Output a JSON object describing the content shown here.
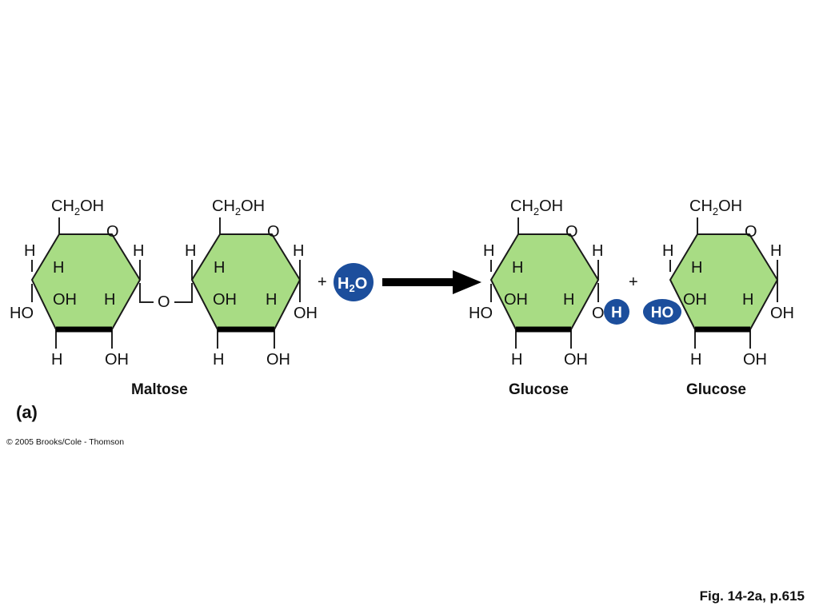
{
  "ring_fill_color": "#a8dc84",
  "badge_color": "#1c4e9c",
  "labels": {
    "ch2oh": "CH",
    "ch2oh_sub": "2",
    "ch2oh_tail": "OH",
    "ring_oxygen": "O",
    "h": "H",
    "oh": "OH",
    "ho": "HO",
    "glycosidic_oxygen": "O",
    "cleaved_oxygen": "O"
  },
  "water": {
    "base": "H",
    "sub": "2",
    "tail": "O"
  },
  "h_badge": "H",
  "ho_badge": "HO",
  "plus_sign": "+",
  "molecule_names": {
    "maltose": "Maltose",
    "glucose_1": "Glucose",
    "glucose_2": "Glucose"
  },
  "panel_label": "(a)",
  "copyright": "© 2005 Brooks/Cole - Thomson",
  "figure_reference": "Fig. 14-2a, p.615"
}
